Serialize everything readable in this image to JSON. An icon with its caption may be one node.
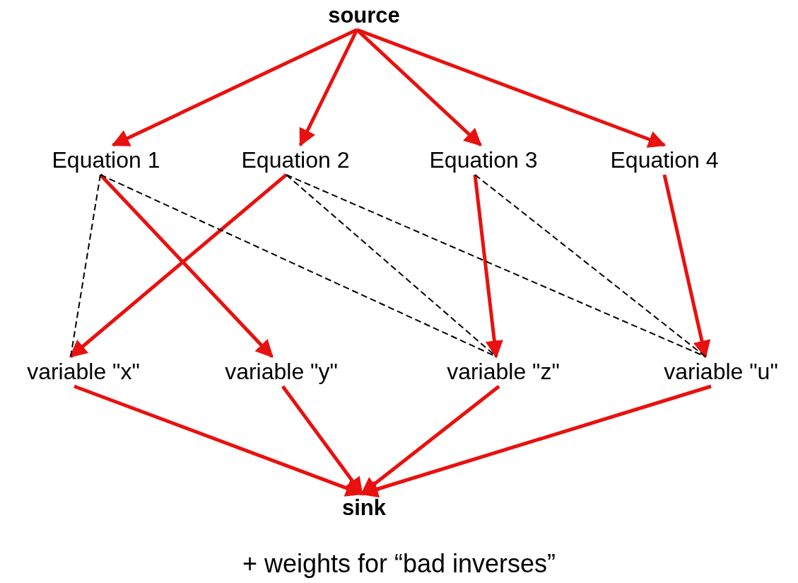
{
  "diagram": {
    "caption": "+ weights for “bad inverses”",
    "nodes": [
      {
        "text": [
          "source"
        ]
      },
      {
        "text": [
          "Equation 1"
        ]
      },
      {
        "text": [
          "Equation 2"
        ]
      },
      {
        "text": [
          "Equation 3"
        ]
      },
      {
        "text": [
          "Equation 4"
        ]
      },
      {
        "text": [
          "variable \"x\""
        ]
      },
      {
        "text": [
          "variable \"y\""
        ]
      },
      {
        "text": [
          "variable \"z\""
        ]
      },
      {
        "text": [
          "variable \"u\""
        ]
      },
      {
        "text": [
          "sink"
        ]
      }
    ],
    "edges": [
      {
        "from": 0,
        "to": 1,
        "arrow": "to"
      },
      {
        "from": 0,
        "to": 2,
        "arrow": "to"
      },
      {
        "from": 0,
        "to": 3,
        "arrow": "to"
      },
      {
        "from": 0,
        "to": 4,
        "arrow": "to"
      },
      {
        "from": 1,
        "to": 6,
        "arrow": "to"
      },
      {
        "from": 2,
        "to": 5,
        "arrow": "to"
      },
      {
        "from": 3,
        "to": 7,
        "arrow": "to"
      },
      {
        "from": 4,
        "to": 8,
        "arrow": "to"
      },
      {
        "from": 1,
        "to": 5,
        "arrow": "none",
        "style": "dashed",
        "color": "#000000"
      },
      {
        "from": 1,
        "to": 7,
        "arrow": "none",
        "style": "dashed",
        "color": "#000000"
      },
      {
        "from": 2,
        "to": 7,
        "arrow": "none",
        "style": "dashed",
        "color": "#000000"
      },
      {
        "from": 2,
        "to": 8,
        "arrow": "none",
        "style": "dashed",
        "color": "#000000"
      },
      {
        "from": 3,
        "to": 8,
        "arrow": "none",
        "style": "dashed",
        "color": "#000000"
      },
      {
        "from": 5,
        "to": 9,
        "arrow": "to"
      },
      {
        "from": 6,
        "to": 9,
        "arrow": "to"
      },
      {
        "from": 7,
        "to": 9,
        "arrow": "to"
      },
      {
        "from": 8,
        "to": 9,
        "arrow": "to"
      }
    ]
  }
}
